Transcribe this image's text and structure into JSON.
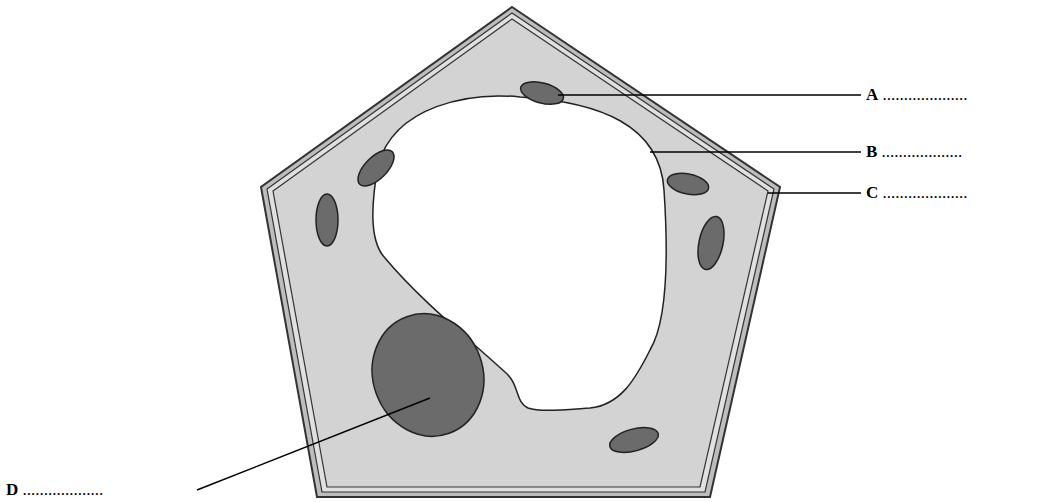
{
  "diagram": {
    "labels": [
      "A ....................",
      "B ...................",
      "C ....................",
      "D ..................."
    ]
  }
}
